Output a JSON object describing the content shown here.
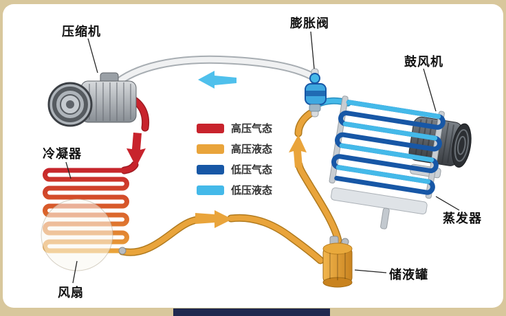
{
  "labels": {
    "compressor": "压缩机",
    "expansion_valve": "膨胀阀",
    "blower": "鼓风机",
    "condenser": "冷凝器",
    "evaporator": "蒸发器",
    "receiver_tank": "储液罐",
    "fan": "风扇"
  },
  "legend": {
    "items": [
      {
        "label": "高压气态",
        "color": "#c8232c"
      },
      {
        "label": "高压液态",
        "color": "#e9a43b"
      },
      {
        "label": "低压气态",
        "color": "#1757a6"
      },
      {
        "label": "低压液态",
        "color": "#44b9e9"
      }
    ]
  },
  "colors": {
    "frame": "#d8c79c",
    "panel": "#ffffff",
    "footer_bar": "#20294f"
  }
}
